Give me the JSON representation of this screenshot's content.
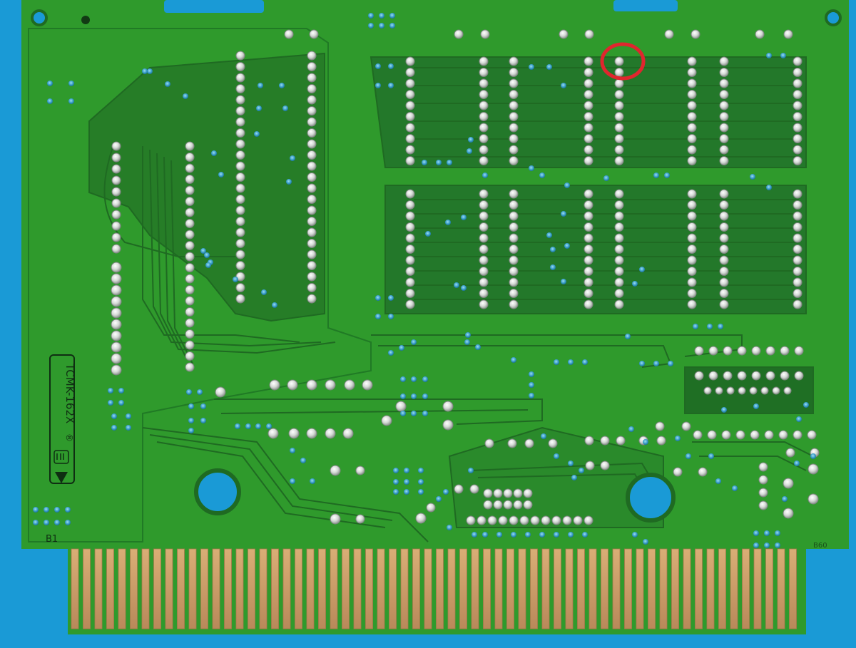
{
  "board": {
    "part_number": "TCMK-162X",
    "registered_mark": "®",
    "side_label": "B1",
    "corner_label": "B60"
  },
  "colors": {
    "background": "#1a9ad6",
    "board_green": "#2f9a2c",
    "board_dark": "#1f6a22",
    "copper_pour": "#257f26",
    "silk_dark": "#0f2e12",
    "solder": "#d9dedb",
    "via": "#3aa0c9",
    "gold_contacts": "#c8a06a",
    "highlight_circle": "#e0262e"
  },
  "annotations": {
    "highlighted_pin": "red-circle"
  }
}
